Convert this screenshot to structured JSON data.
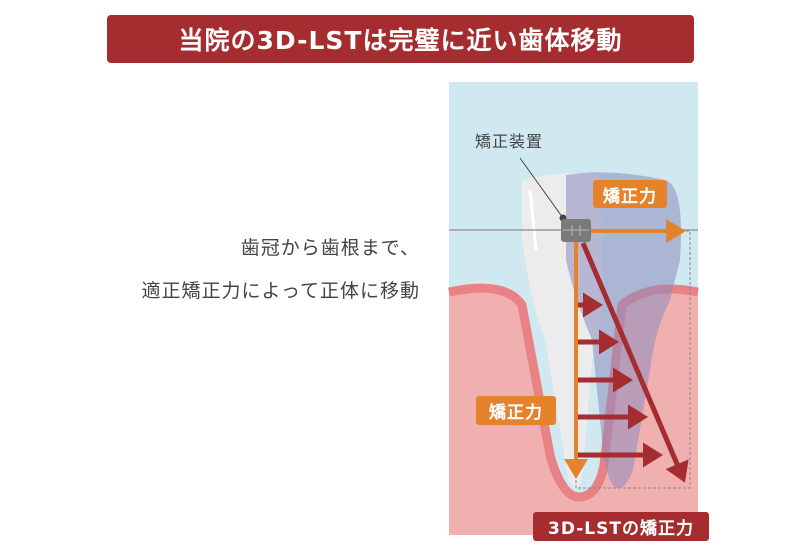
{
  "title": "当院の3D-LSTは完璧に近い歯体移動",
  "caption": {
    "line1": "歯冠から歯根まで、",
    "line2": "適正矯正力によって正体に移動"
  },
  "diagram": {
    "device_label": "矯正装置",
    "force_label_top": "矯正力",
    "force_label_left": "矯正力",
    "result_label": "3D-LSTの矯正力"
  },
  "colors": {
    "accent_red": "#a52d2f",
    "accent_orange": "#e5832d",
    "sky": "#d0e8f0",
    "gum": "#f0b0b0"
  }
}
